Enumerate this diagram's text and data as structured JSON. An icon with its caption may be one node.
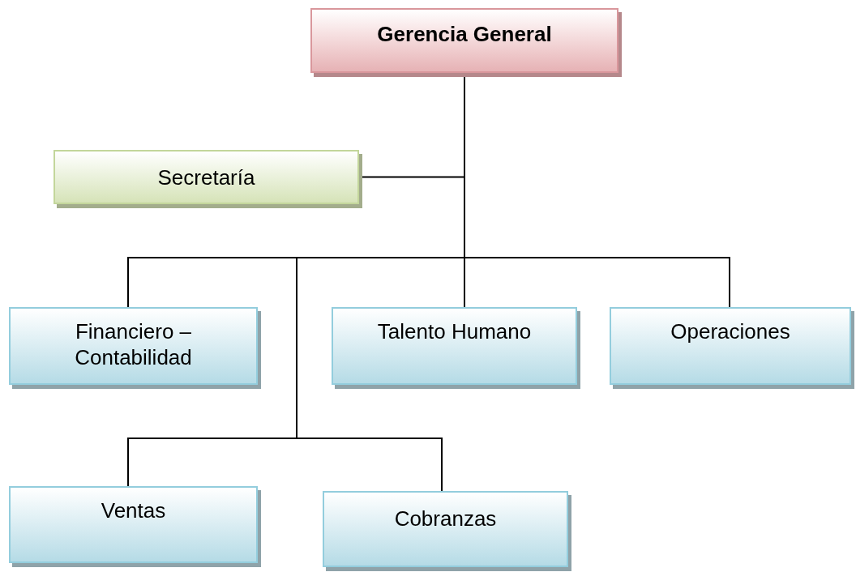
{
  "diagram": {
    "nodes": [
      {
        "text": [
          "Gerencia General"
        ]
      },
      {
        "text": [
          "Secretaría"
        ]
      },
      {
        "text": [
          "Financiero – Contabilidad"
        ]
      },
      {
        "text": [
          "Talento Humano"
        ]
      },
      {
        "text": [
          "Operaciones"
        ]
      },
      {
        "text": [
          "Ventas"
        ]
      },
      {
        "text": [
          "Cobranzas"
        ]
      }
    ],
    "edges": [
      {
        "from": 0,
        "to": 1,
        "arrow": "none"
      },
      {
        "from": 0,
        "to": 2,
        "arrow": "none"
      },
      {
        "from": 0,
        "to": 3,
        "arrow": "none"
      },
      {
        "from": 0,
        "to": 4,
        "arrow": "none"
      },
      {
        "from": 0,
        "to": 5,
        "arrow": "none"
      },
      {
        "from": 0,
        "to": 6,
        "arrow": "none"
      }
    ]
  }
}
